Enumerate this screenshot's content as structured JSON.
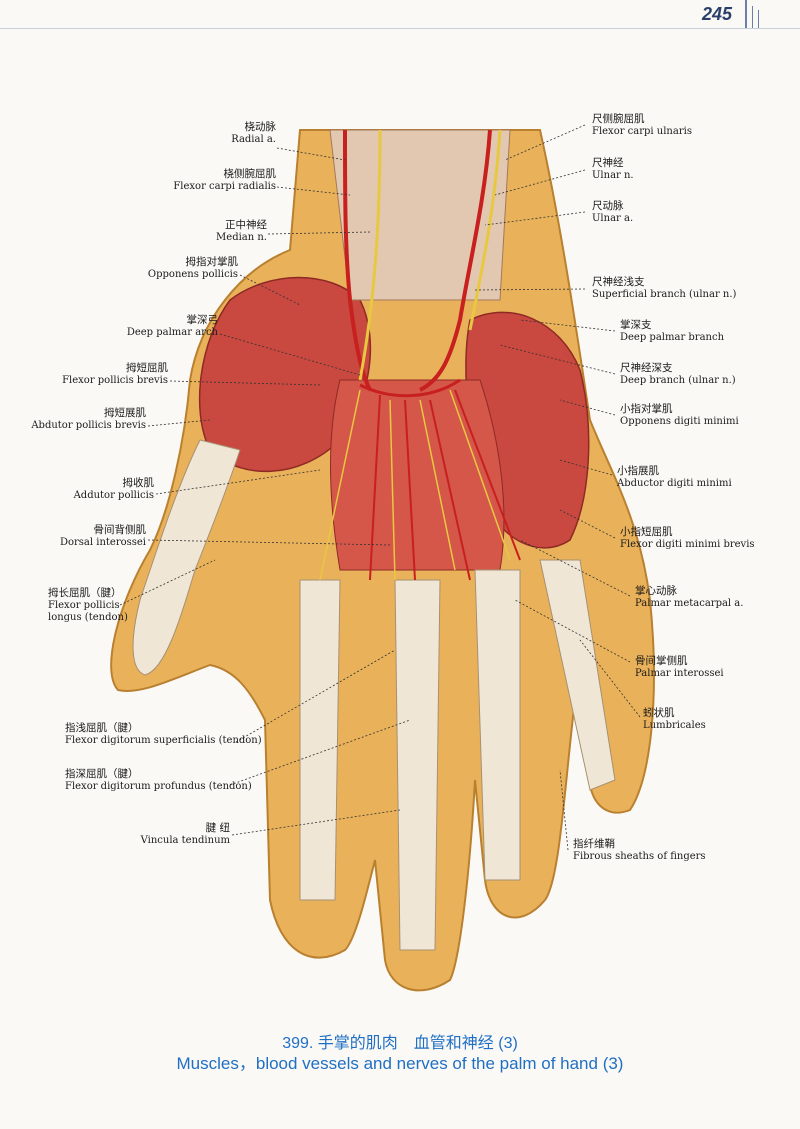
{
  "page": {
    "number": "245"
  },
  "labels_left": [
    {
      "id": "radial-a",
      "zh": "桡动脉",
      "en": "Radial a."
    },
    {
      "id": "flexor-carpi-radialis",
      "zh": "桡侧腕屈肌",
      "en": "Flexor carpi radialis"
    },
    {
      "id": "median-n",
      "zh": "正中神经",
      "en": "Median n."
    },
    {
      "id": "opponens-pollicis",
      "zh": "拇指对掌肌",
      "en": "Opponens pollicis"
    },
    {
      "id": "deep-palmar-arch",
      "zh": "掌深弓",
      "en": "Deep palmar arch"
    },
    {
      "id": "flexor-pollicis-brevis",
      "zh": "拇短屈肌",
      "en": "Flexor pollicis brevis"
    },
    {
      "id": "abductor-pollicis-brevis",
      "zh": "拇短展肌",
      "en": "Abdutor pollicis brevis"
    },
    {
      "id": "adductor-pollicis",
      "zh": "拇收肌",
      "en": "Addutor pollicis"
    },
    {
      "id": "dorsal-interossei",
      "zh": "骨间背侧肌",
      "en": "Dorsal interossei"
    },
    {
      "id": "flexor-pollicis-longus",
      "zh": "拇长屈肌（腱）",
      "en": "Flexor pollicis",
      "en2": "longus (tendon)"
    },
    {
      "id": "flexor-digitorum-superficialis",
      "zh": "指浅屈肌（腱）",
      "en": "Flexor digitorum superficialis (tendon)"
    },
    {
      "id": "flexor-digitorum-profundus",
      "zh": "指深屈肌（腱）",
      "en": "Flexor digitorum profundus (tendon)"
    },
    {
      "id": "vincula-tendinum",
      "zh": "腱 纽",
      "en": "Vincula tendinum"
    }
  ],
  "labels_right": [
    {
      "id": "flexor-carpi-ulnaris",
      "zh": "尺侧腕屈肌",
      "en": "Flexor carpi ulnaris"
    },
    {
      "id": "ulnar-n",
      "zh": "尺神经",
      "en": "Ulnar n."
    },
    {
      "id": "ulnar-a",
      "zh": "尺动脉",
      "en": "Ulnar a."
    },
    {
      "id": "superficial-branch",
      "zh": "尺神经浅支",
      "en": "Superficial branch (ulnar n.)"
    },
    {
      "id": "deep-palmar-branch",
      "zh": "掌深支",
      "en": "Deep palmar branch"
    },
    {
      "id": "deep-branch",
      "zh": "尺神经深支",
      "en": "Deep branch (ulnar n.)"
    },
    {
      "id": "opponens-digiti-minimi",
      "zh": "小指对掌肌",
      "en": "Opponens digiti minimi"
    },
    {
      "id": "abductor-digiti-minimi",
      "zh": "小指展肌",
      "en": "Abductor digiti minimi"
    },
    {
      "id": "flexor-digiti-minimi-brevis",
      "zh": "小指短屈肌",
      "en": "Flexor digiti minimi brevis"
    },
    {
      "id": "palmar-metacarpal-a",
      "zh": "掌心动脉",
      "en": "Palmar metacarpal a."
    },
    {
      "id": "palmar-interossei",
      "zh": "骨间掌侧肌",
      "en": "Palmar interossei"
    },
    {
      "id": "lumbricales",
      "zh": "蚓状肌",
      "en": "Lumbricales"
    },
    {
      "id": "fibrous-sheaths",
      "zh": "指纤维鞘",
      "en": "Fibrous sheaths of fingers"
    }
  ],
  "caption": {
    "zh": "399. 手掌的肌肉　血管和神经 (3)",
    "en": "Muscles，blood vessels and nerves of the palm of hand (3)"
  },
  "colors": {
    "skin": "#e9b25a",
    "muscle": "#c9483f",
    "tendon": "#efe6d6",
    "artery": "#c81f1f",
    "nerve": "#e8c840",
    "caption": "#1f6fc4"
  }
}
